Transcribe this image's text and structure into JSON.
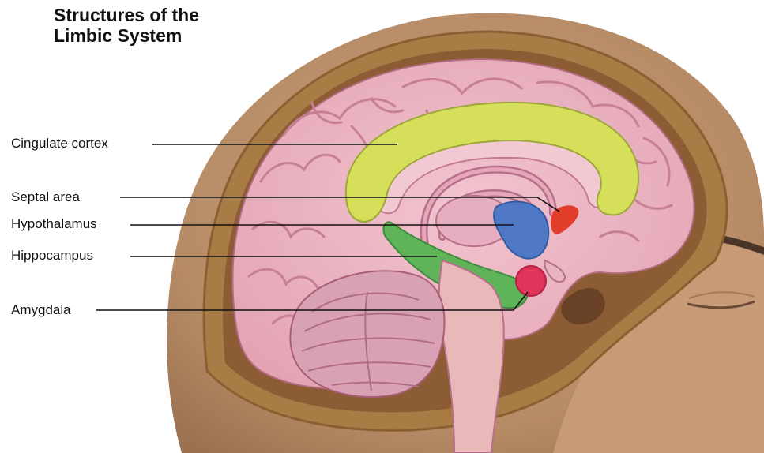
{
  "title": {
    "line1": "Structures of the",
    "line2": "Limbic System"
  },
  "labels": {
    "cingulate_cortex": "Cingulate cortex",
    "septal_area": "Septal area",
    "hypothalamus": "Hypothalamus",
    "hippocampus": "Hippocampus",
    "amygdala": "Amygdala"
  },
  "colors": {
    "background": "#ffffff",
    "skin": "#c49a78",
    "skull": "#a0763f",
    "brain": "#eab4c0",
    "cingulate_cortex": "#d6df5a",
    "septal_area": "#e23c2a",
    "hypothalamus": "#4f79c6",
    "hippocampus": "#5fb45a",
    "amygdala": "#e0345a",
    "cerebellum": "#d9a2b4",
    "brainstem": "#e8b9b8"
  }
}
